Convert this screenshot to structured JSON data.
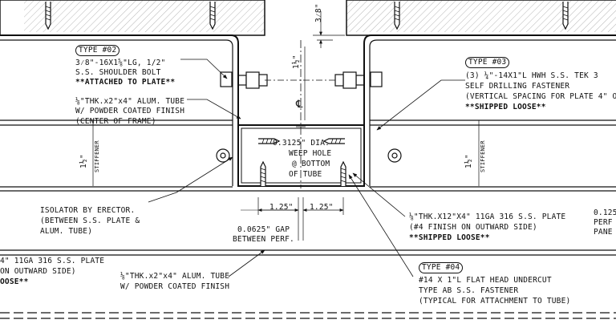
{
  "labels": {
    "dim_3_8": "3⁄8\"",
    "dim_1_5": "1½\"",
    "type02_tag": "TYPE #02",
    "type02_l1": "3⁄8\"-16X1⅝\"LG, 1/2\"",
    "type02_l2": "S.S. SHOULDER BOLT",
    "type02_l3": "**ATTACHED TO PLATE**",
    "tube_l1": "⅛\"THK.x2\"x4\" ALUM. TUBE",
    "tube_l2": "W/ POWDER COATED FINISH",
    "tube_l3": "(CENTER OF FRAME)",
    "cl": "℄",
    "weep_l1": "0.3125\" DIA.",
    "weep_l2": "WEEP HOLE",
    "weep_l3": "@ BOTTOM",
    "weep_l4": "OF TUBE",
    "type03_tag": "TYPE #03",
    "type03_l1": "(3) ¼\"-14X1\"L HWH S.S. TEK 3",
    "type03_l2": "SELF DRILLING FASTENER",
    "type03_l3": "(VERTICAL SPACING FOR PLATE 4\" O.",
    "type03_l4": "**SHIPPED LOOSE**",
    "stiff_dim": "1½\"",
    "stiff_label": "STIFFENER",
    "dim_125_left": "1.25\"",
    "dim_125_right": "1.25\"",
    "isolator_l1": "ISOLATOR BY ERECTOR.",
    "isolator_l2": "(BETWEEN S.S. PLATE &",
    "isolator_l3": "ALUM. TUBE)",
    "gap_l1": "0.0625\" GAP",
    "gap_l2": "BETWEEN PERF.",
    "plate_l1": "⅛\"THK.X12\"X4\" 11GA 316 S.S. PLATE",
    "plate_l2": "(#4 FINISH ON OUTWARD SIDE)",
    "plate_l3": "**SHIPPED LOOSE**",
    "right_l1": "0.125",
    "right_l2": "PERF",
    "right_l3": "PANE",
    "left_l1": "4\" 11GA 316 S.S. PLATE",
    "left_l2": "ON OUTWARD SIDE)",
    "left_l3": "OOSE**",
    "tube2_l1": "⅛\"THK.x2\"x4\" ALUM. TUBE",
    "tube2_l2": "W/ POWDER COATED FINISH",
    "type04_tag": "TYPE #04",
    "type04_l1": "#14 X 1\"L FLAT HEAD UNDERCUT",
    "type04_l2": "TYPE AB S.S. FASTENER",
    "type04_l3": "(TYPICAL FOR ATTACHMENT TO TUBE)"
  }
}
